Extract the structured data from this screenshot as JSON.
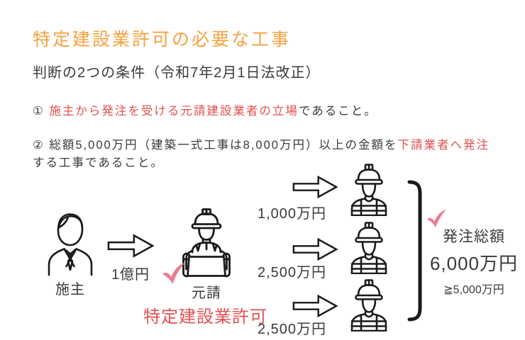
{
  "page": {
    "title": "特定建設業許可の必要な工事",
    "subtitle": "判断の2つの条件（令和7年2月1日法改正）"
  },
  "conditions": {
    "item1": {
      "prefix": "① ",
      "highlight": "施主から発注を受ける元請建設業者の立場",
      "suffix": "であること。"
    },
    "item2": {
      "line1_black": "② 総額5,000万円（建築一式工事は8,000万円）以上の金額を",
      "line1_red": "下請業者へ発注",
      "line2": "する工事であること。"
    }
  },
  "diagram": {
    "owner": {
      "label": "施主"
    },
    "owner_arrow": {
      "label": "1億円"
    },
    "prime": {
      "label": "元請",
      "license": "特定建設業許可"
    },
    "sub_arrows": [
      {
        "label": "1,000万円"
      },
      {
        "label": "2,500万円"
      },
      {
        "label": "2,500万円"
      }
    ],
    "total": {
      "title": "発注総額",
      "amount": "6,000万円",
      "threshold": "≧5,000万円"
    }
  },
  "colors": {
    "accent_orange": "#F6A13E",
    "accent_red": "#E25150",
    "check_pink": "#EC7A91",
    "text_dark": "#3A3A3A",
    "ink_black": "#1A1A1A"
  }
}
